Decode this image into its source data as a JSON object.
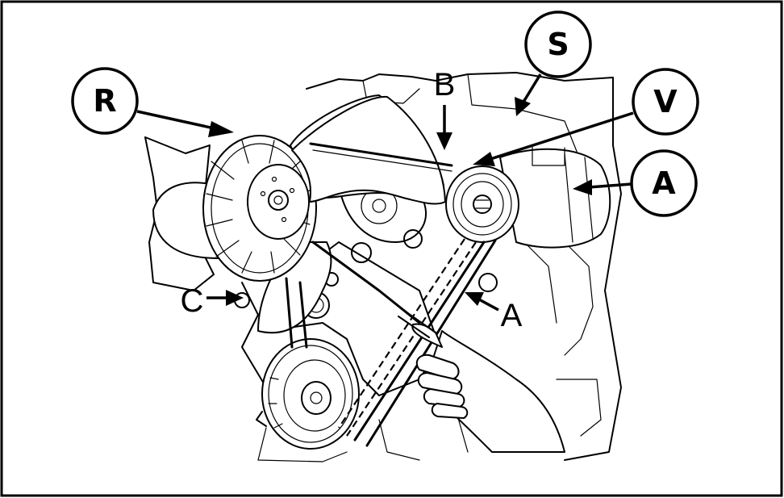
{
  "callouts": {
    "R": "R",
    "S": "S",
    "V": "V",
    "A": "A"
  },
  "labels": {
    "B": "B",
    "C": "C",
    "A_lower": "A"
  }
}
